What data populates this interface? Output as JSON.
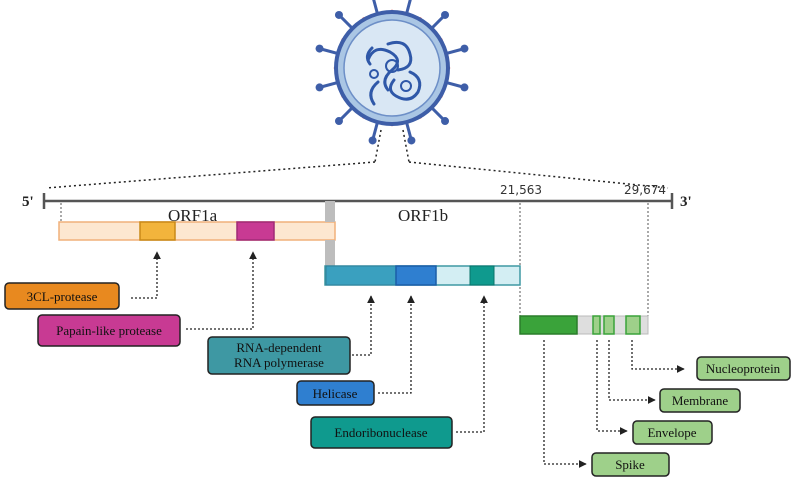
{
  "genome": {
    "five_prime": "5'",
    "three_prime": "3'",
    "pos_21563": "21,563",
    "pos_29674": "29,674",
    "orf1a": "ORF1a",
    "orf1b": "ORF1b"
  },
  "labels": {
    "protease_3cl": "3CL-protease",
    "papain": "Papain-like protease",
    "rdrp_line1": "RNA-dependent",
    "rdrp_line2": "RNA polymerase",
    "helicase": "Helicase",
    "endo": "Endoribonuclease",
    "nucleoprotein": "Nucleoprotein",
    "membrane": "Membrane",
    "envelope": "Envelope",
    "spike": "Spike"
  },
  "colors": {
    "orange": "#e8891f",
    "magenta": "#c83a93",
    "teal_dark": "#3e98a3",
    "blue": "#2f7fd0",
    "teal": "#0f9a8e",
    "green_dark": "#3aa33a",
    "green_light": "#9ed08a",
    "virus_blue": "#3e5ea8"
  }
}
